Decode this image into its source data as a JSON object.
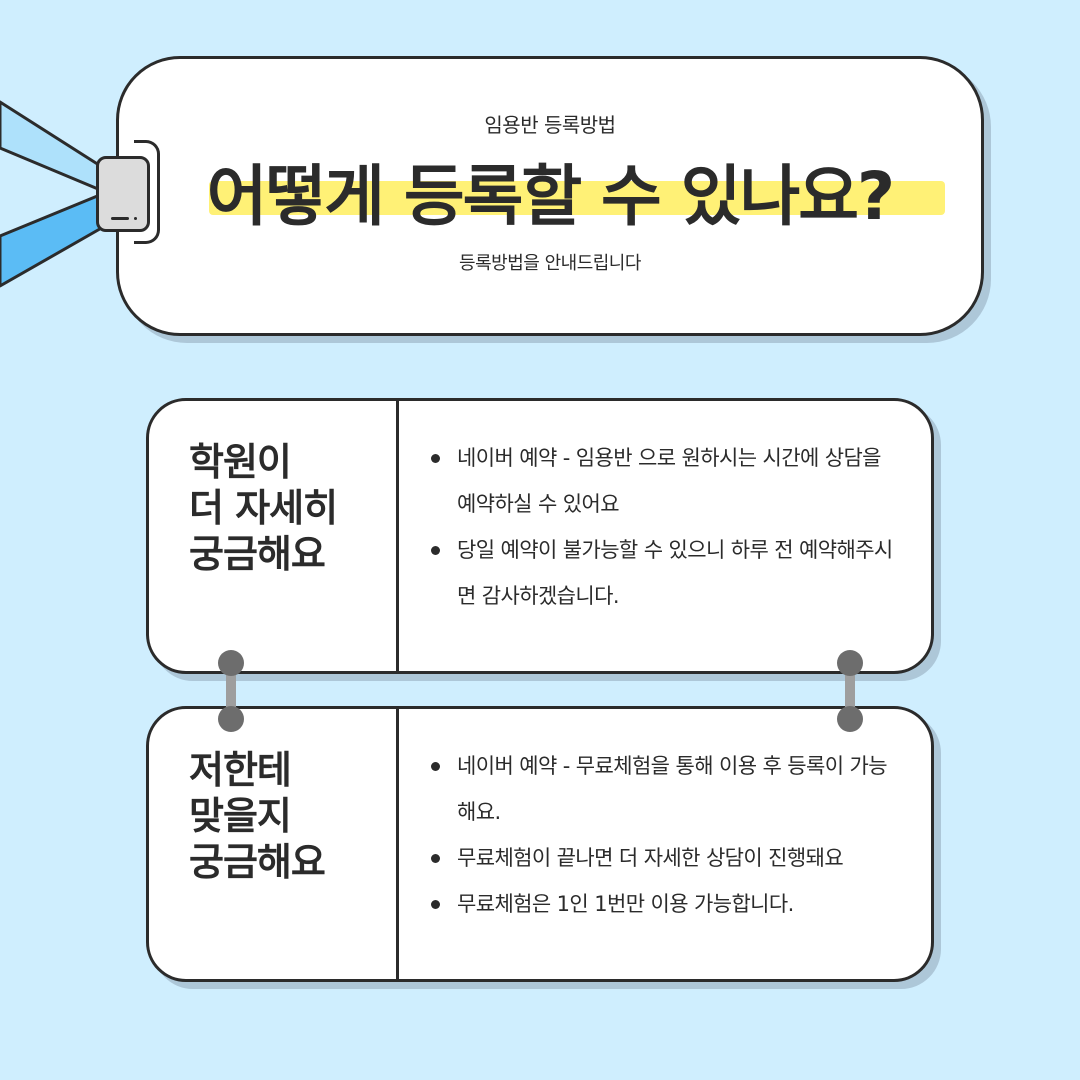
{
  "tag": {
    "subtitle": "임용반 등록방법",
    "title": "어떻게 등록할 수 있나요?",
    "description": "등록방법을 안내드립니다"
  },
  "cards": [
    {
      "heading": [
        "학원이",
        "더 자세히",
        "궁금해요"
      ],
      "bullets": [
        "네이버 예약 - 임용반 으로 원하시는 시간에 상담을 예약하실 수 있어요",
        "당일 예약이 불가능할 수 있으니 하루 전 예약해주시면 감사하겠습니다."
      ]
    },
    {
      "heading": [
        "저한테",
        "맞을지",
        "궁금해요"
      ],
      "bullets": [
        "네이버 예약 - 무료체험을 통해 이용 후 등록이 가능해요.",
        "무료체험이 끝나면 더 자세한 상담이 진행돼요",
        "무료체험은 1인 1번만 이용 가능합니다."
      ]
    }
  ],
  "colors": {
    "background": "#cfeefe",
    "highlight": "#fff176",
    "lanyard": "#5bbcf5",
    "outline": "#2b2b2b"
  }
}
